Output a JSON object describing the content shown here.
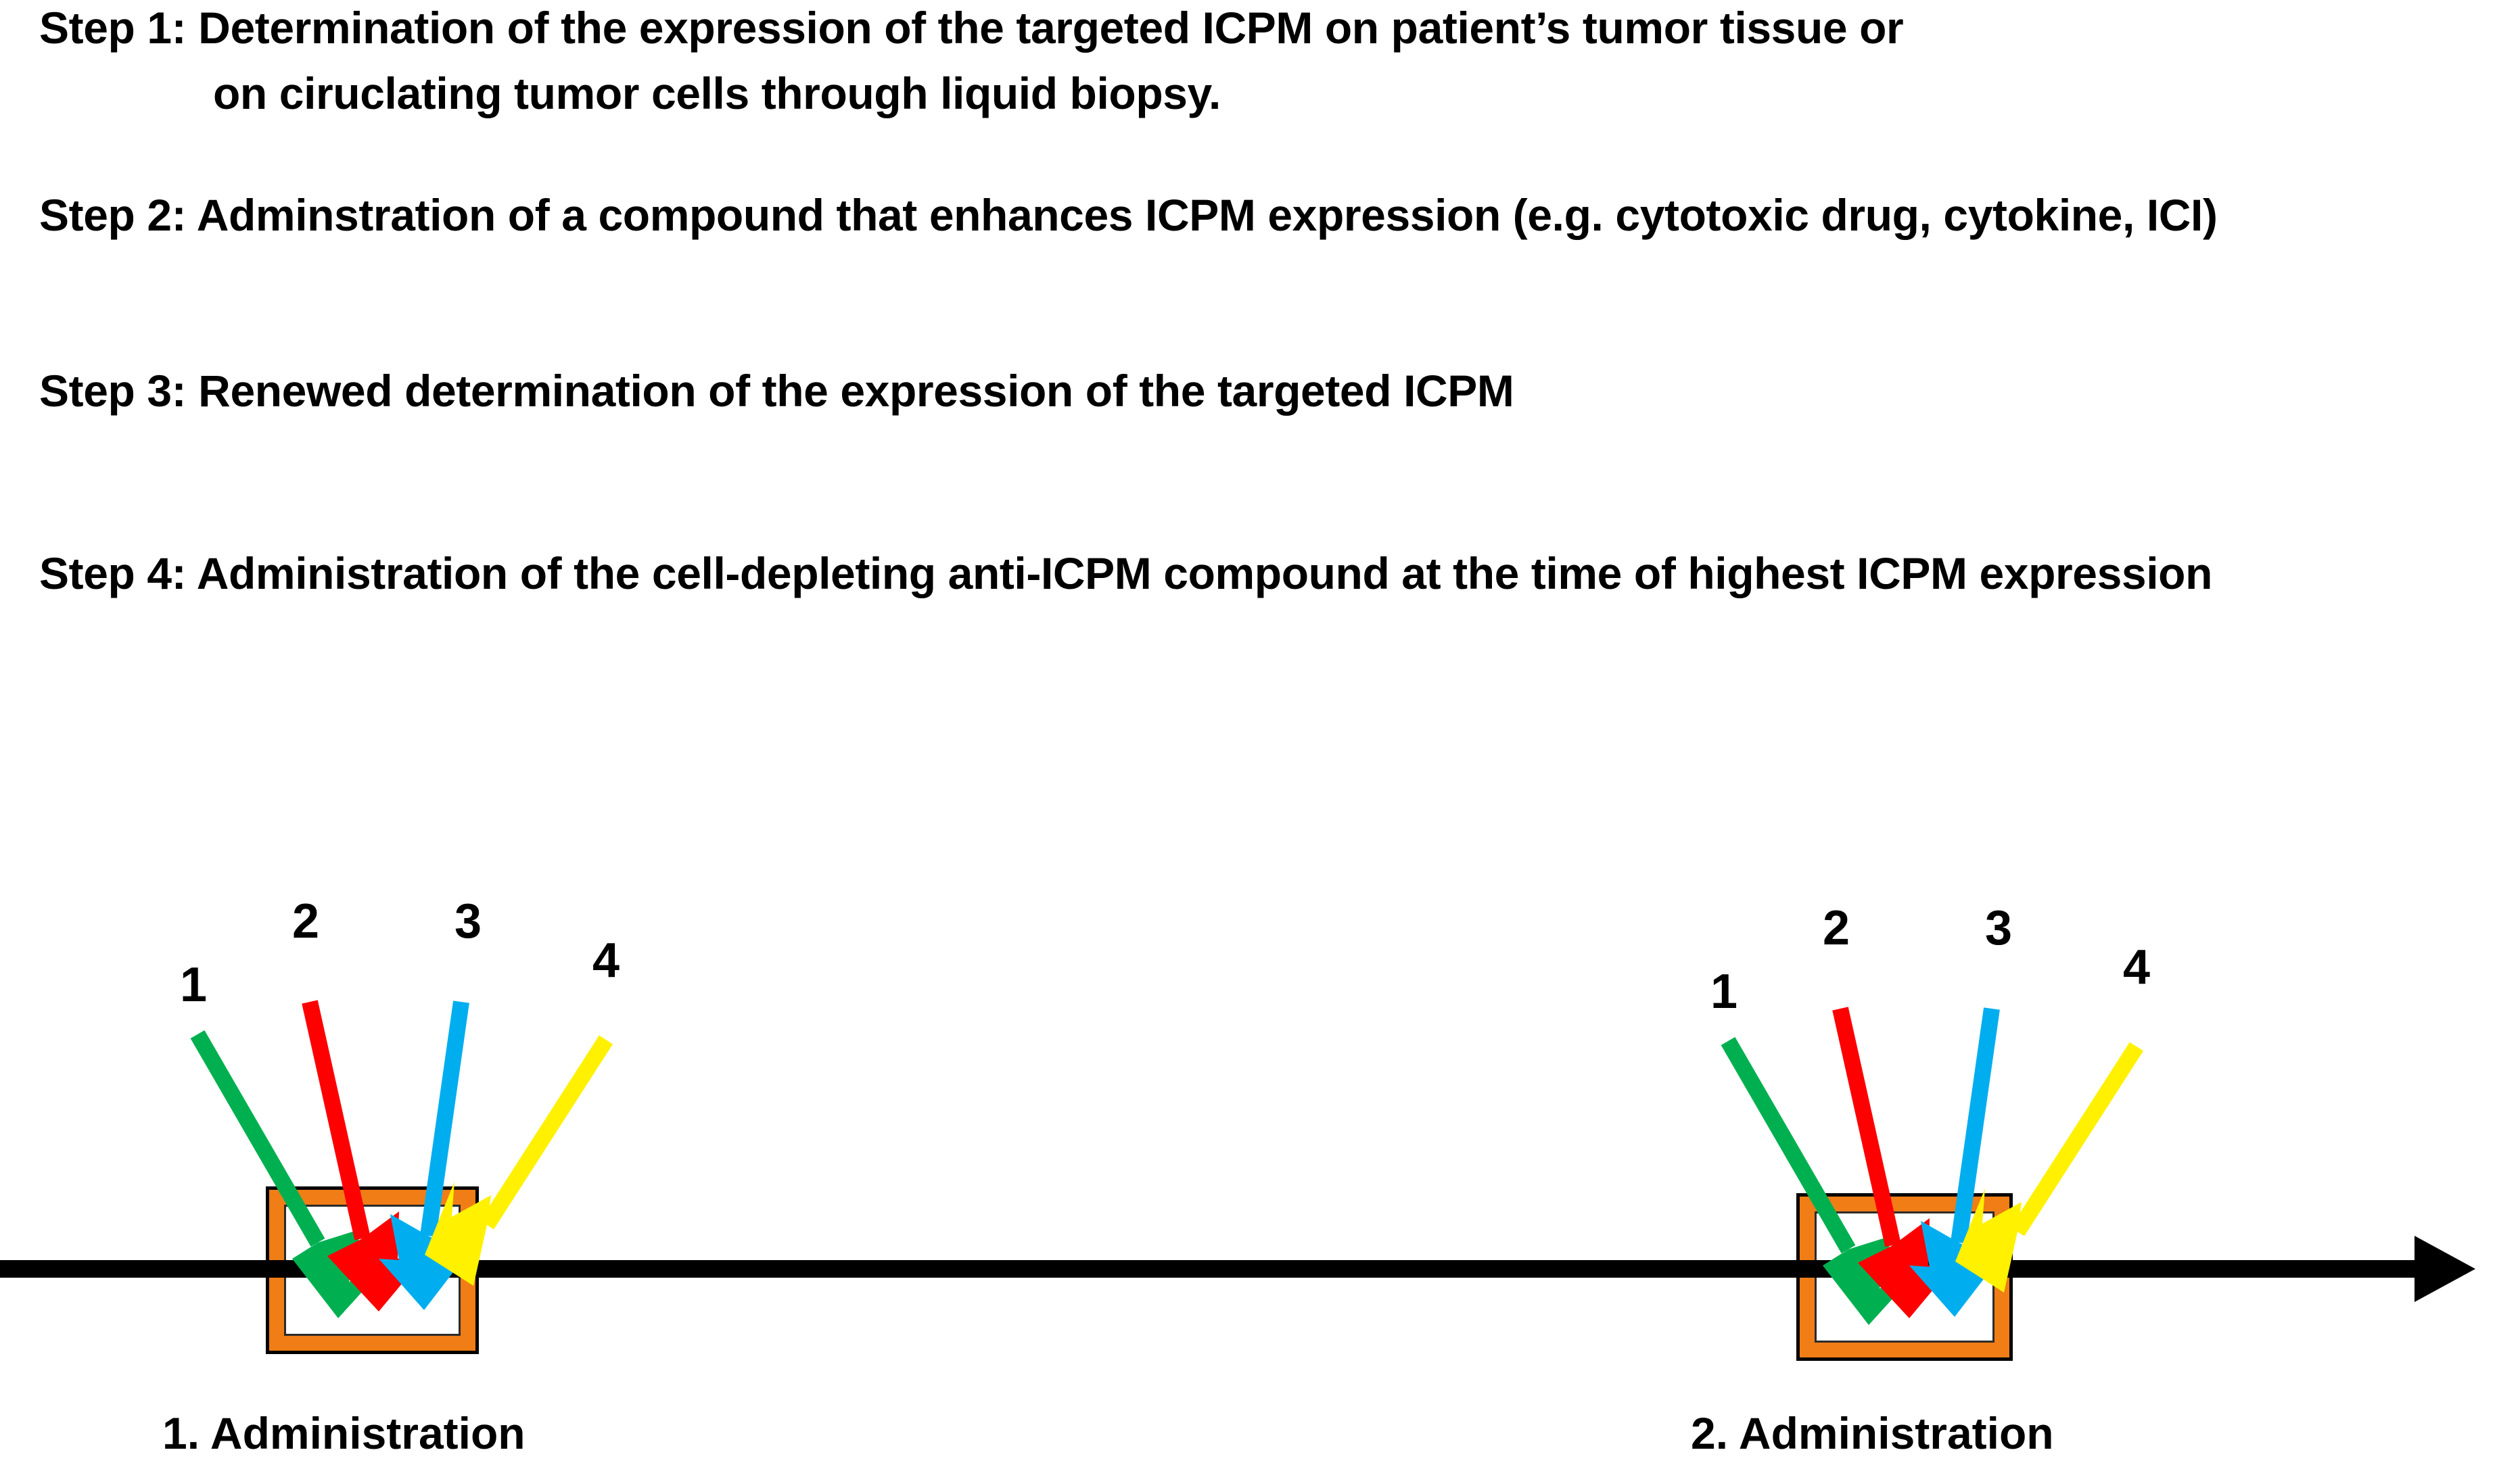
{
  "protocol": {
    "steps": [
      {
        "id": "step-1",
        "line1": "Step 1: Determination of the expression of the targeted ICPM on patient’s tumor tissue or",
        "line2": "on ciruclating tumor cells through liquid biopsy."
      },
      {
        "id": "step-2",
        "line1": "Step 2: Adminstration of a compound that enhances ICPM expression (e.g. cytotoxic drug, cytokine, ICI)"
      },
      {
        "id": "step-3",
        "line1": "Step 3: Renewed determination of the expression of the targeted ICPM"
      },
      {
        "id": "step-4",
        "line1": "Step 4: Administration of the cell-depleting anti-ICPM compound at the time of highest ICPM expression"
      }
    ]
  },
  "timeline": {
    "axis_color": "#000000",
    "arrow_head": "right-arrowhead",
    "events": [
      {
        "id": "administration-1",
        "caption": "1. Administration",
        "box_color": "#F07D16",
        "box_outline": "#000000",
        "arrows": [
          {
            "num": "1",
            "color": "#00B050",
            "name": "green"
          },
          {
            "num": "2",
            "color": "#FF0000",
            "name": "red"
          },
          {
            "num": "3",
            "color": "#00AEEF",
            "name": "blue"
          },
          {
            "num": "4",
            "color": "#FFF100",
            "name": "yellow"
          }
        ]
      },
      {
        "id": "administration-2",
        "caption": "2. Administration",
        "box_color": "#F07D16",
        "box_outline": "#000000",
        "arrows": [
          {
            "num": "1",
            "color": "#00B050",
            "name": "green"
          },
          {
            "num": "2",
            "color": "#FF0000",
            "name": "red"
          },
          {
            "num": "3",
            "color": "#00AEEF",
            "name": "blue"
          },
          {
            "num": "4",
            "color": "#FFF100",
            "name": "yellow"
          }
        ]
      }
    ]
  }
}
